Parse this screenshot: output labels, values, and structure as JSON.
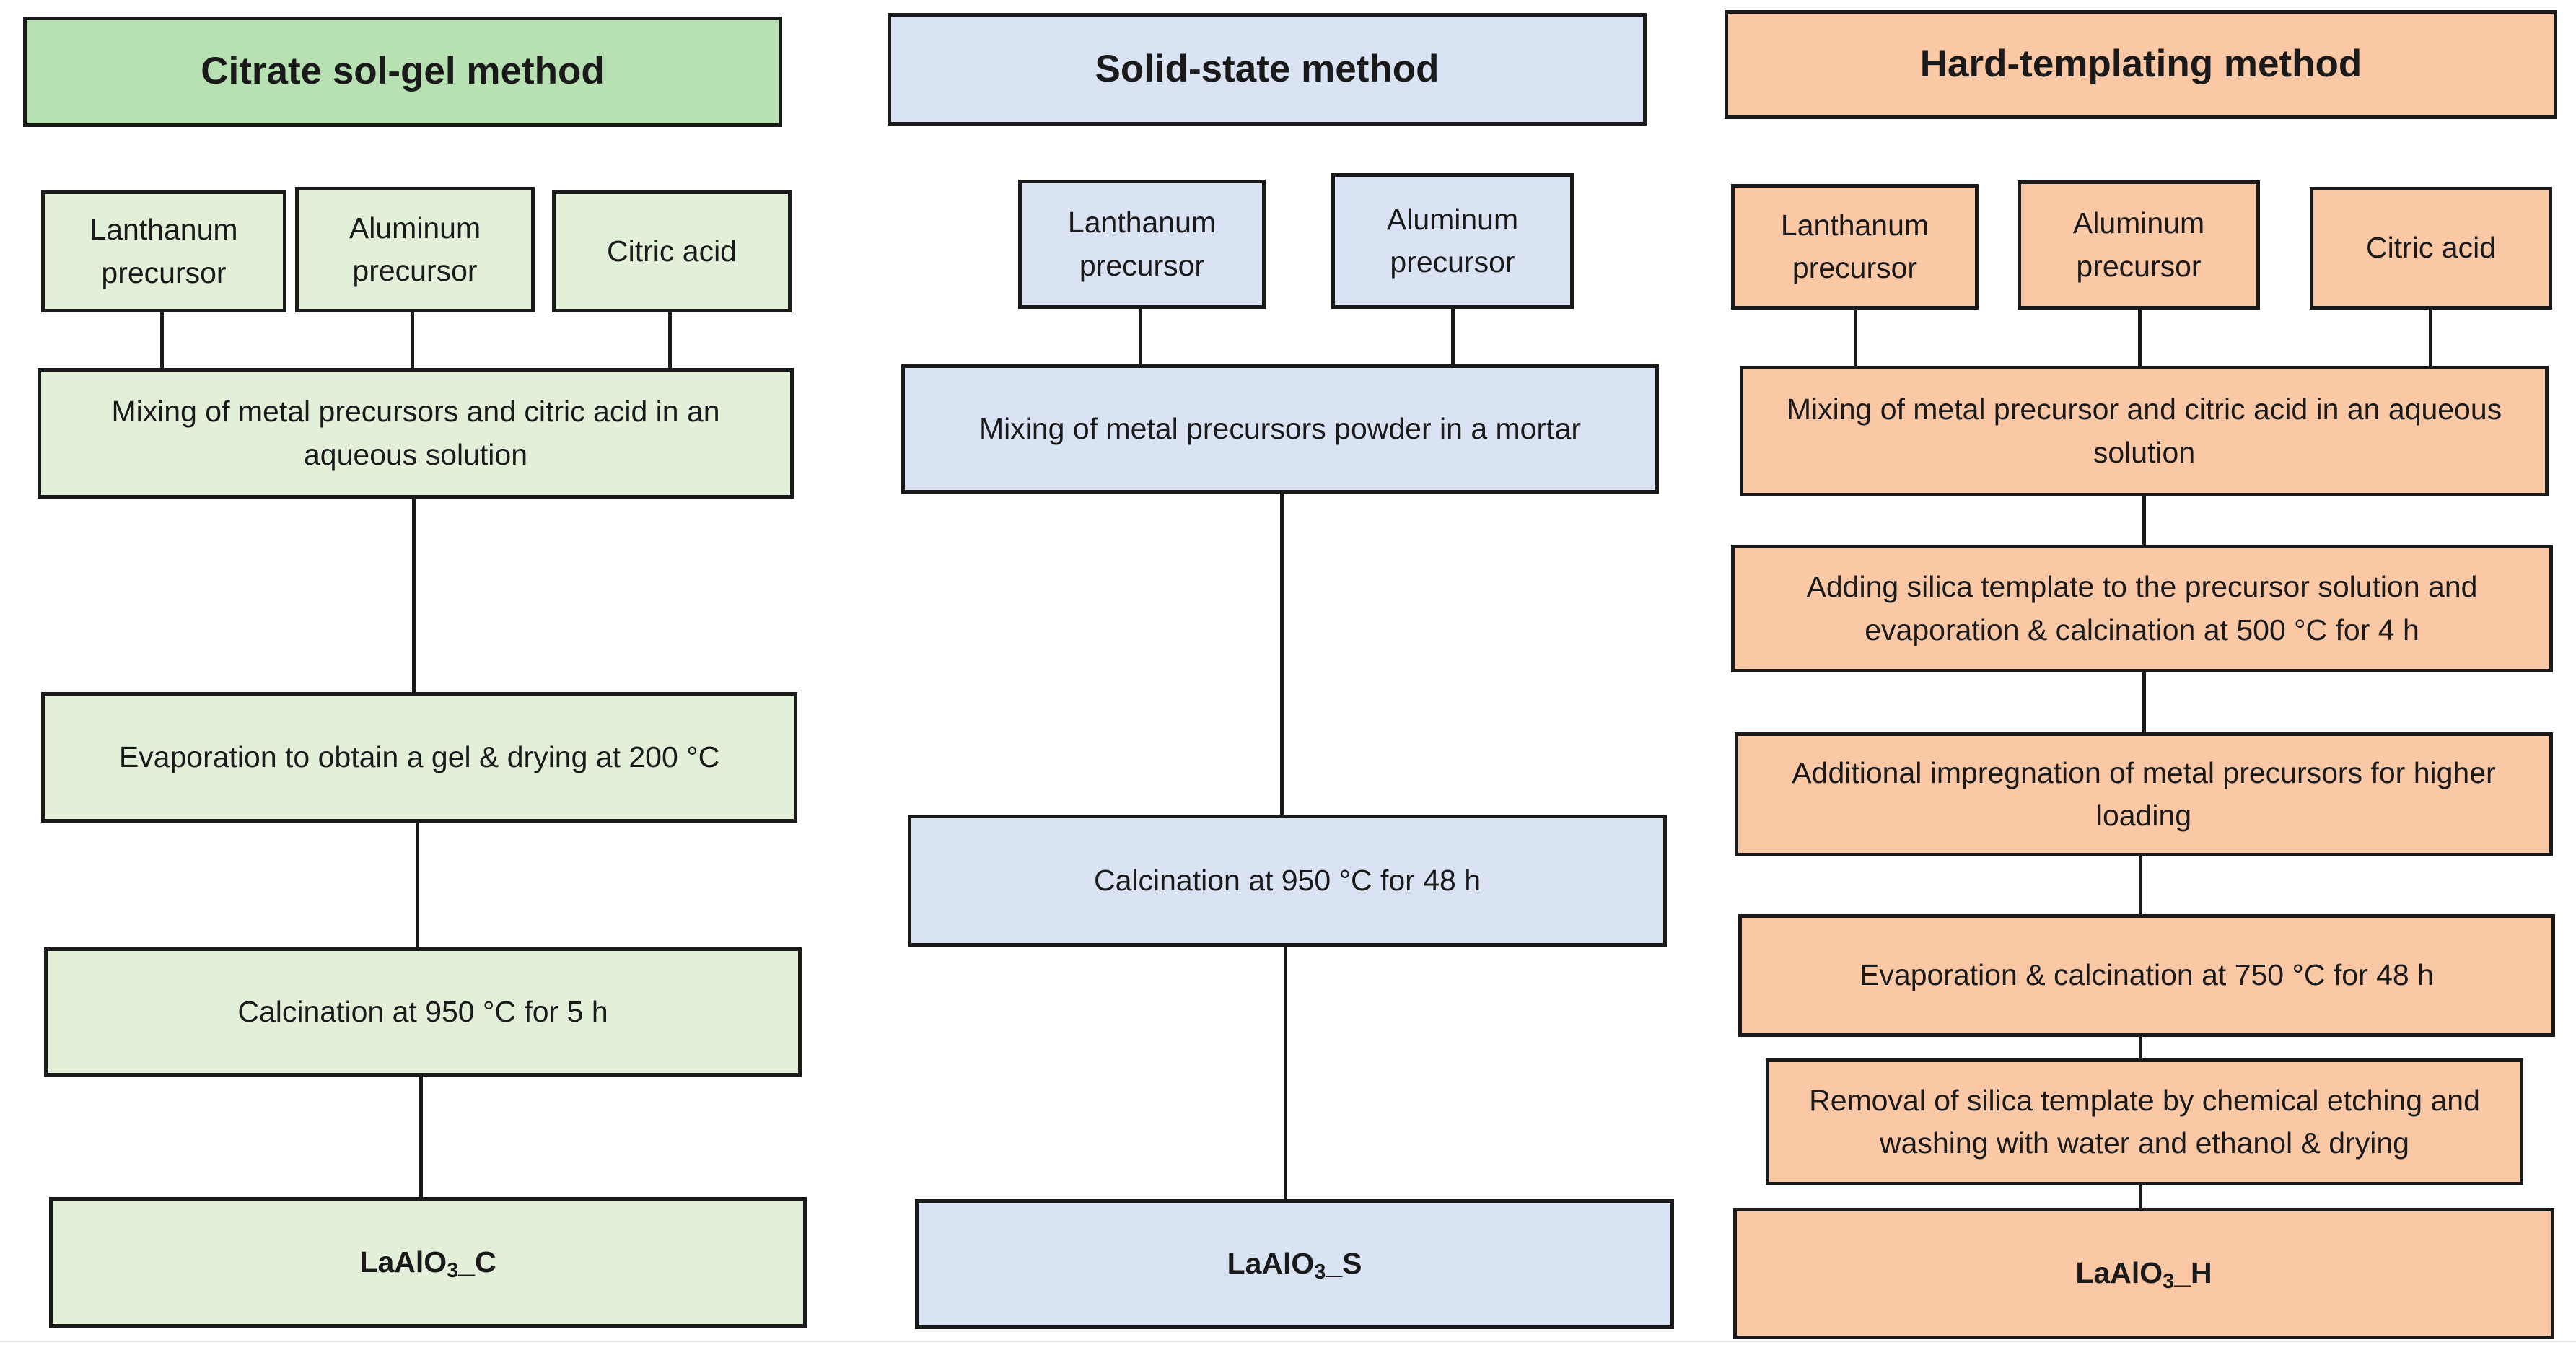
{
  "columns": [
    {
      "title": "Citrate sol-gel method",
      "color": "#e2f0d9",
      "title_color": "#b8e1b3",
      "precursors": [
        "Lanthanum precursor",
        "Aluminum precursor",
        "Citric acid"
      ],
      "steps": [
        "Mixing of metal precursors and citric acid in an aqueous solution",
        "Evaporation to obtain a gel & drying at 200 °C",
        "Calcination at 950 °C for 5 h"
      ],
      "product": {
        "main": "LaAlO",
        "sub": "3",
        "suffix": "_C"
      }
    },
    {
      "title": "Solid-state method",
      "color": "#dae3f3",
      "precursors": [
        "Lanthanum precursor",
        "Aluminum precursor"
      ],
      "steps": [
        "Mixing of metal precursors powder in a mortar",
        "Calcination at 950 °C for 48 h"
      ],
      "product": {
        "main": "LaAlO",
        "sub": "3",
        "suffix": "_S"
      }
    },
    {
      "title": "Hard-templating method",
      "color": "#fbc8a6",
      "precursors": [
        "Lanthanum precursor",
        "Aluminum precursor",
        "Citric acid"
      ],
      "steps": [
        "Mixing of metal precursor and citric acid in an aqueous solution",
        "Adding silica template to the precursor solution and evaporation & calcination at 500 °C for 4 h",
        "Additional impregnation of metal precursors for higher loading",
        "Evaporation & calcination at 750 °C for 48 h",
        "Removal of silica template by chemical etching and washing with water and ethanol & drying"
      ],
      "product": {
        "main": "LaAlO",
        "sub": "3",
        "suffix": "_H"
      }
    }
  ]
}
